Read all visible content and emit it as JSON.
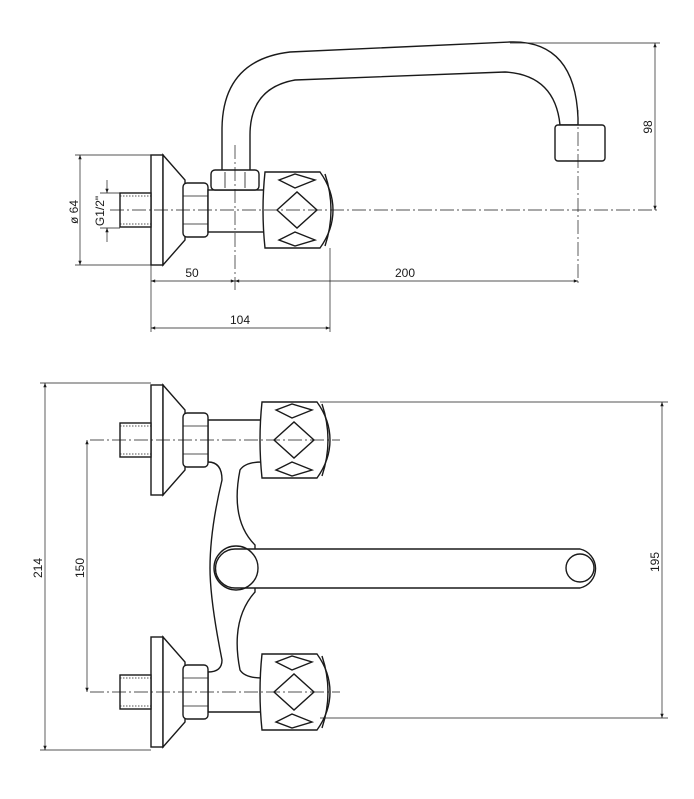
{
  "side_view": {
    "dimensions": {
      "diameter_plate": "ø 64",
      "thread": "G1/2\"",
      "spout_height": "98",
      "wall_to_axis": "50",
      "spout_reach": "200",
      "wall_to_handle": "104"
    }
  },
  "top_view": {
    "dimensions": {
      "overall_height": "214",
      "inlet_spacing": "150",
      "handle_span": "195"
    }
  }
}
